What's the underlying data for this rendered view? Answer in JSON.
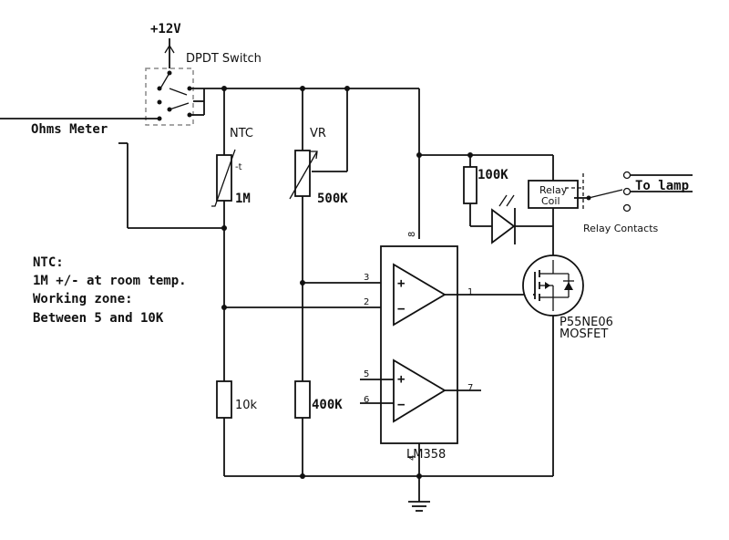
{
  "labels": {
    "supply": "+12V",
    "dpdt_switch": "DPDT Switch",
    "ohms_meter": "Ohms Meter",
    "ntc": "NTC",
    "ntc_t": "-t",
    "ntc_value": "1M",
    "vr": "VR",
    "vr_value": "500K",
    "r_led": "100K",
    "relay_coil_line1": "Relay",
    "relay_coil_line2": "Coil",
    "to_lamp": "To lamp",
    "relay_contacts": "Relay Contacts",
    "r_bottom_left": "10k",
    "r_bottom_mid": "400K",
    "opamp": "LM358",
    "mosfet_line1": "P55NE06",
    "mosfet_line2": "MOSFET",
    "plus": "+",
    "minus": "−"
  },
  "pins": {
    "p8": "8",
    "p3": "3",
    "p2": "2",
    "p1": "1",
    "p5": "5",
    "p6": "6",
    "p7": "7",
    "p4": "4"
  },
  "notes": [
    "NTC:",
    "1M +/- at room temp.",
    "Working zone:",
    "Between 5 and 10K"
  ]
}
